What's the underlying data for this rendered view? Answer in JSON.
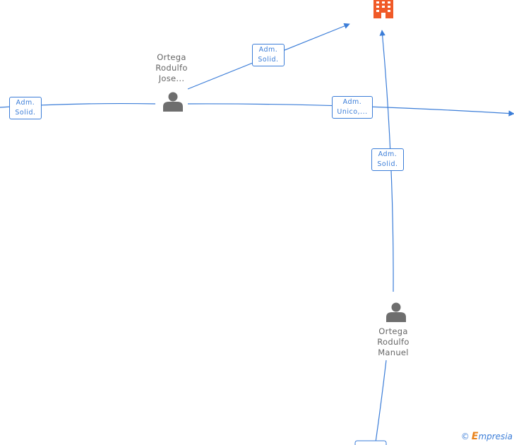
{
  "nodes": {
    "jose": {
      "lines": [
        "Ortega",
        "Rodulfo",
        "Jose..."
      ]
    },
    "manuel": {
      "lines": [
        "Ortega",
        "Rodulfo",
        "Manuel"
      ]
    }
  },
  "edges": {
    "left_solid": {
      "lines": [
        "Adm.",
        "Solid."
      ]
    },
    "jose_company": {
      "lines": [
        "Adm.",
        "Solid."
      ]
    },
    "jose_right": {
      "lines": [
        "Adm.",
        "Unico,..."
      ]
    },
    "manuel_company": {
      "lines": [
        "Adm.",
        "Solid."
      ]
    }
  },
  "watermark": {
    "copyright": "©",
    "brand_initial": "E",
    "brand_rest": "mpresia"
  },
  "colors": {
    "edge": "#3b7dd8",
    "person": "#6e6e6e",
    "company": "#f05a28",
    "label_text": "#666666"
  }
}
